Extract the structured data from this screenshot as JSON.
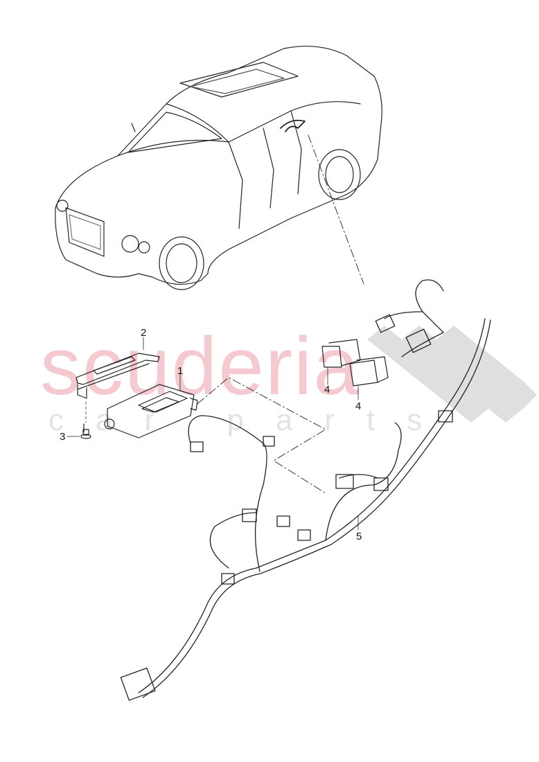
{
  "diagram": {
    "type": "exploded parts diagram",
    "subject": "vehicle overview with wiring harness and control unit",
    "watermark": {
      "main": "scuderia",
      "sub": "car parts",
      "main_color": "#f4c9cf",
      "sub_color": "#e3e3e3",
      "checker_color": "#d9d9d9"
    },
    "callouts": [
      {
        "id": "1",
        "label": "1",
        "part": "control-unit"
      },
      {
        "id": "2",
        "label": "2",
        "part": "bracket"
      },
      {
        "id": "3",
        "label": "3",
        "part": "screw"
      },
      {
        "id": "4a",
        "label": "4",
        "part": "socket"
      },
      {
        "id": "4b",
        "label": "4",
        "part": "socket"
      },
      {
        "id": "5",
        "label": "5",
        "part": "wiring-harness"
      }
    ]
  }
}
